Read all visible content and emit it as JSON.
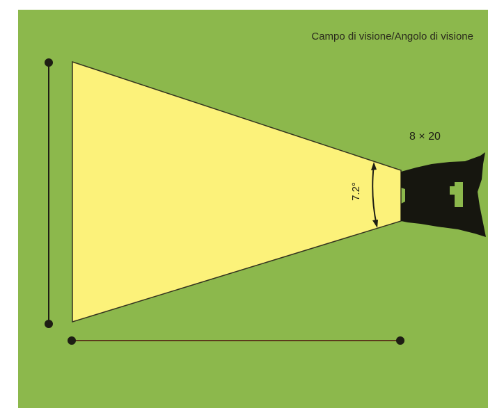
{
  "diagram": {
    "title": "Campo di visione/Angolo di visione",
    "binocular_label": "8 × 20",
    "angle_label": "7.2°"
  },
  "colors": {
    "background_green": "#8cb84c",
    "cone_yellow": "#fcf27a",
    "binocular_black": "#16160f",
    "line_dark": "#1e1e14",
    "horizontal_line": "#5c3a1c"
  },
  "icons": {
    "binocular": "binoculars-silhouette-icon"
  }
}
